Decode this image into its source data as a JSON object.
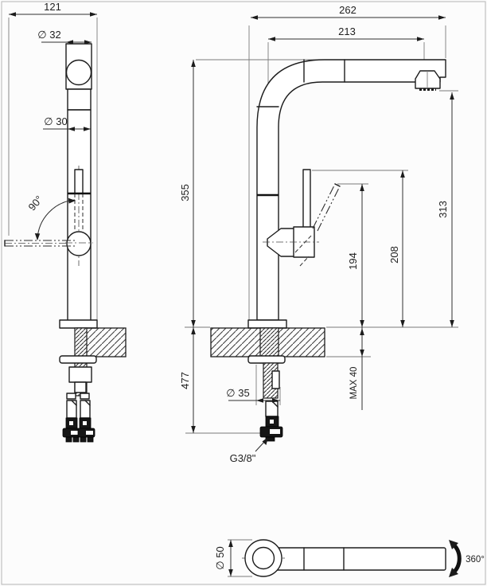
{
  "drawing": {
    "front_view": {
      "overall_depth": "121",
      "top_diameter": "∅ 32",
      "pipe_diameter": "∅ 30",
      "handle_angle": "90°"
    },
    "side_view": {
      "overall_reach": "262",
      "spout_reach": "213",
      "height_spout_top": "355",
      "height_outlet": "313",
      "height_handle": "208",
      "height_handle_tip": "194",
      "length_below": "477",
      "deck_hole_diameter": "∅ 35",
      "max_deck_thickness": "MAX 40",
      "supply_connection": "G3/8\""
    },
    "top_view": {
      "base_diameter": "∅ 50",
      "swivel_angle": "360°"
    }
  },
  "colors": {
    "line": "#1c1c1c",
    "dimension_line": "#2f2f2f",
    "extension_line": "#7a7a7a",
    "fitting_dark": "#161616",
    "background": "#fcfcfc"
  }
}
